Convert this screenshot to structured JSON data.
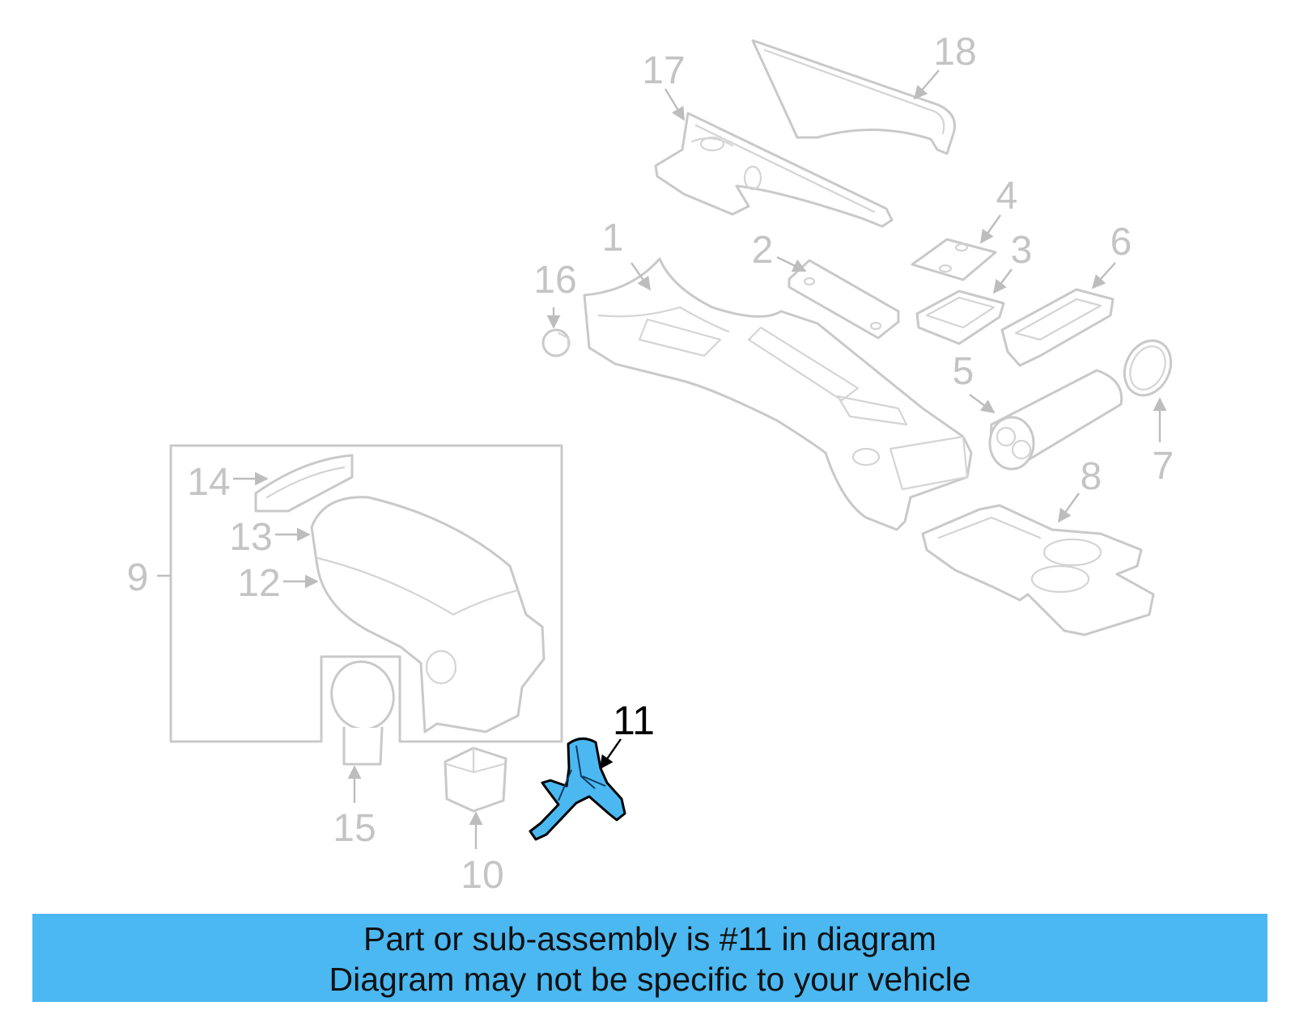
{
  "diagram": {
    "highlight_color": "#4bb8f2",
    "highlighted_part": "11",
    "callouts": [
      "1",
      "2",
      "3",
      "4",
      "5",
      "6",
      "7",
      "8",
      "9",
      "10",
      "11",
      "12",
      "13",
      "14",
      "15",
      "16",
      "17",
      "18"
    ]
  },
  "footer": {
    "background": "#4bb8f2",
    "line1": "Part or sub-assembly is #11 in diagram",
    "line2": "Diagram may not be specific to your vehicle"
  }
}
